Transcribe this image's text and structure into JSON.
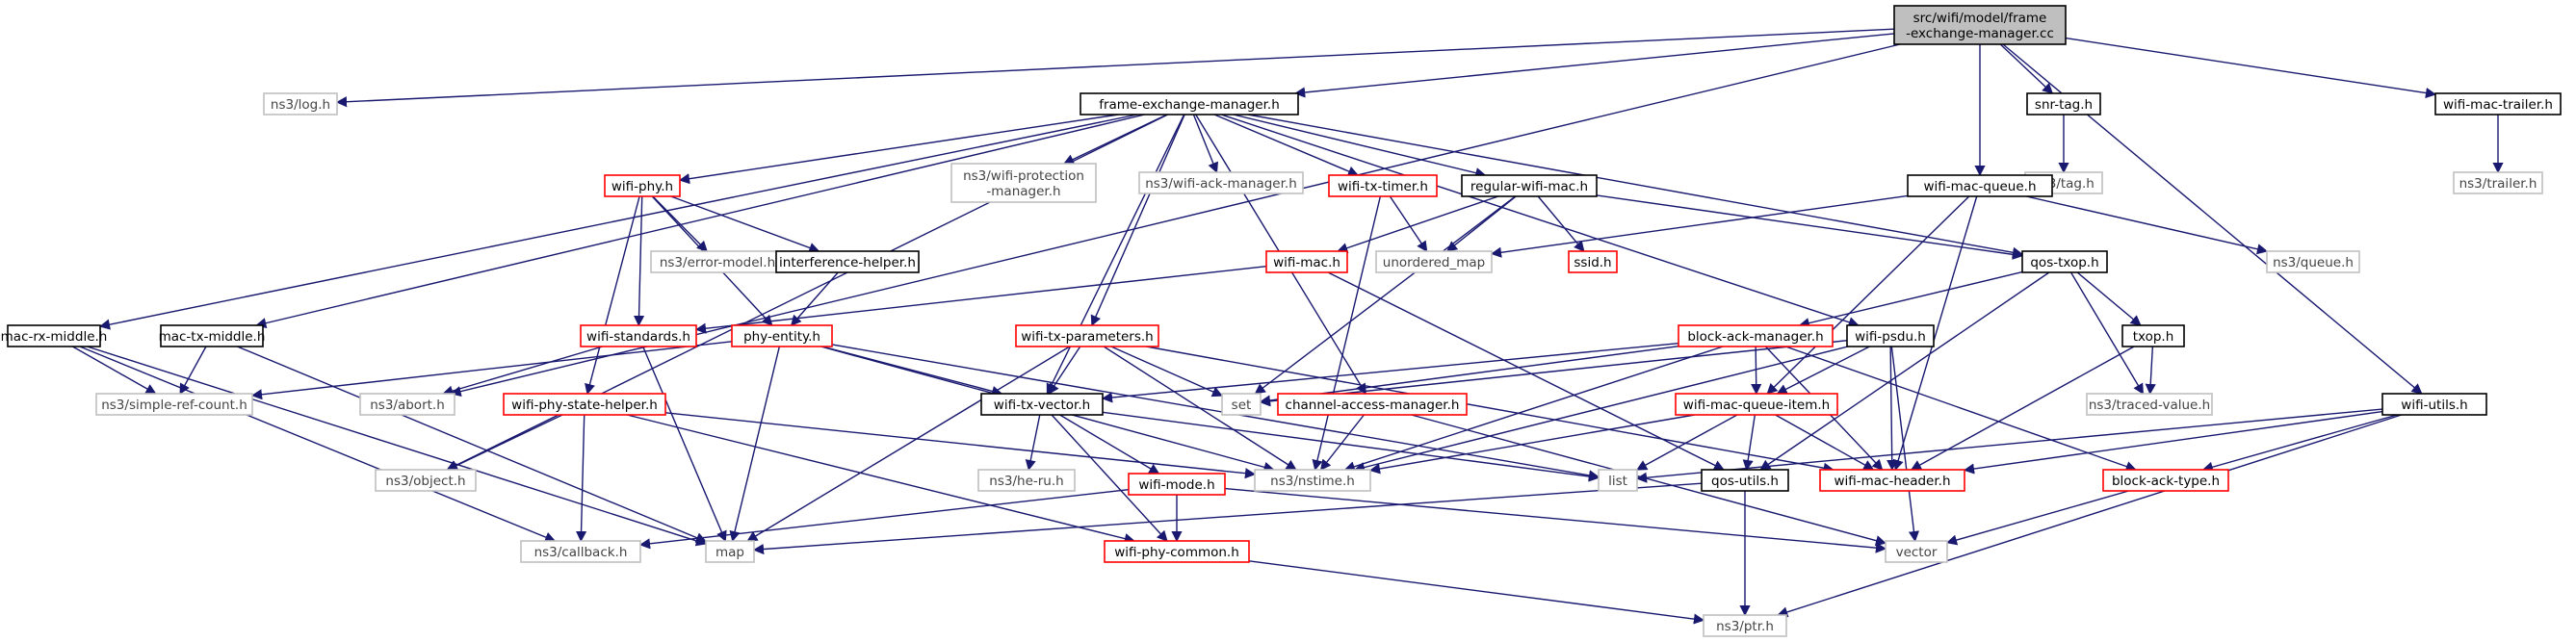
{
  "colors": {
    "edge": "#191970",
    "border_black": "#000000",
    "border_red": "#ff0000",
    "border_gray": "#bfbfbf",
    "root_fill": "#bfbfbf"
  },
  "nodes": {
    "root": {
      "lines": [
        "src/wifi/model/frame",
        "-exchange-manager.cc"
      ],
      "style": "root"
    },
    "log": {
      "lines": [
        "ns3/log.h"
      ],
      "style": "gray"
    },
    "fem": {
      "lines": [
        "frame-exchange-manager.h"
      ],
      "style": "black"
    },
    "snrtag": {
      "lines": [
        "snr-tag.h"
      ],
      "style": "black"
    },
    "trailerh": {
      "lines": [
        "wifi-mac-trailer.h"
      ],
      "style": "black"
    },
    "tag": {
      "lines": [
        "ns3/tag.h"
      ],
      "style": "gray"
    },
    "trailer": {
      "lines": [
        "ns3/trailer.h"
      ],
      "style": "gray"
    },
    "phy": {
      "lines": [
        "wifi-phy.h"
      ],
      "style": "red"
    },
    "protect": {
      "lines": [
        "ns3/wifi-protection",
        "-manager.h"
      ],
      "style": "gray"
    },
    "ack": {
      "lines": [
        "ns3/wifi-ack-manager.h"
      ],
      "style": "gray"
    },
    "txtimer": {
      "lines": [
        "wifi-tx-timer.h"
      ],
      "style": "red"
    },
    "regmac": {
      "lines": [
        "regular-wifi-mac.h"
      ],
      "style": "black"
    },
    "macqueue": {
      "lines": [
        "wifi-mac-queue.h"
      ],
      "style": "black"
    },
    "errmodel": {
      "lines": [
        "ns3/error-model.h"
      ],
      "style": "gray"
    },
    "interf": {
      "lines": [
        "interference-helper.h"
      ],
      "style": "black"
    },
    "unordered": {
      "lines": [
        "unordered_map"
      ],
      "style": "gray"
    },
    "ssid": {
      "lines": [
        "ssid.h"
      ],
      "style": "red"
    },
    "qostxop": {
      "lines": [
        "qos-txop.h"
      ],
      "style": "black"
    },
    "queue": {
      "lines": [
        "ns3/queue.h"
      ],
      "style": "gray"
    },
    "wifimac": {
      "lines": [
        "wifi-mac.h"
      ],
      "style": "red"
    },
    "rxmid": {
      "lines": [
        "mac-rx-middle.h"
      ],
      "style": "black"
    },
    "txmid": {
      "lines": [
        "mac-tx-middle.h"
      ],
      "style": "black"
    },
    "standards": {
      "lines": [
        "wifi-standards.h"
      ],
      "style": "red"
    },
    "phyent": {
      "lines": [
        "phy-entity.h"
      ],
      "style": "red"
    },
    "txparams": {
      "lines": [
        "wifi-tx-parameters.h"
      ],
      "style": "red"
    },
    "bam": {
      "lines": [
        "block-ack-manager.h"
      ],
      "style": "red"
    },
    "psdu": {
      "lines": [
        "wifi-psdu.h"
      ],
      "style": "black"
    },
    "txop": {
      "lines": [
        "txop.h"
      ],
      "style": "black"
    },
    "wifiutils": {
      "lines": [
        "wifi-utils.h"
      ],
      "style": "black"
    },
    "simpleref": {
      "lines": [
        "ns3/simple-ref-count.h"
      ],
      "style": "gray"
    },
    "abort": {
      "lines": [
        "ns3/abort.h"
      ],
      "style": "gray"
    },
    "statehelper": {
      "lines": [
        "wifi-phy-state-helper.h"
      ],
      "style": "red"
    },
    "txvector": {
      "lines": [
        "wifi-tx-vector.h"
      ],
      "style": "black"
    },
    "set": {
      "lines": [
        "set"
      ],
      "style": "gray"
    },
    "cam": {
      "lines": [
        "channel-access-manager.h"
      ],
      "style": "red"
    },
    "mqitem": {
      "lines": [
        "wifi-mac-queue-item.h"
      ],
      "style": "red"
    },
    "traced": {
      "lines": [
        "ns3/traced-value.h"
      ],
      "style": "gray"
    },
    "object": {
      "lines": [
        "ns3/object.h"
      ],
      "style": "gray"
    },
    "heru": {
      "lines": [
        "ns3/he-ru.h"
      ],
      "style": "gray"
    },
    "nstime": {
      "lines": [
        "ns3/nstime.h"
      ],
      "style": "gray"
    },
    "list": {
      "lines": [
        "list"
      ],
      "style": "gray"
    },
    "qosutils": {
      "lines": [
        "qos-utils.h"
      ],
      "style": "black"
    },
    "macheader": {
      "lines": [
        "wifi-mac-header.h"
      ],
      "style": "red"
    },
    "acktype": {
      "lines": [
        "block-ack-type.h"
      ],
      "style": "red"
    },
    "mode": {
      "lines": [
        "wifi-mode.h"
      ],
      "style": "red"
    },
    "callback": {
      "lines": [
        "ns3/callback.h"
      ],
      "style": "gray"
    },
    "map": {
      "lines": [
        "map"
      ],
      "style": "gray"
    },
    "phycommon": {
      "lines": [
        "wifi-phy-common.h"
      ],
      "style": "red"
    },
    "vector": {
      "lines": [
        "vector"
      ],
      "style": "gray"
    },
    "ptr": {
      "lines": [
        "ns3/ptr.h"
      ],
      "style": "gray"
    }
  },
  "edges": [
    [
      "root",
      "log"
    ],
    [
      "root",
      "fem"
    ],
    [
      "root",
      "snrtag"
    ],
    [
      "root",
      "trailerh"
    ],
    [
      "root",
      "macqueue"
    ],
    [
      "root",
      "wifiutils"
    ],
    [
      "root",
      "abort"
    ],
    [
      "snrtag",
      "tag"
    ],
    [
      "trailerh",
      "trailer"
    ],
    [
      "fem",
      "rxmid"
    ],
    [
      "fem",
      "txmid"
    ],
    [
      "fem",
      "phy"
    ],
    [
      "fem",
      "protect"
    ],
    [
      "fem",
      "ack"
    ],
    [
      "fem",
      "txtimer"
    ],
    [
      "fem",
      "regmac"
    ],
    [
      "fem",
      "txparams"
    ],
    [
      "fem",
      "txvector"
    ],
    [
      "fem",
      "psdu"
    ],
    [
      "fem",
      "cam"
    ],
    [
      "fem",
      "qostxop"
    ],
    [
      "fem",
      "object"
    ],
    [
      "phy",
      "errmodel"
    ],
    [
      "phy",
      "interf"
    ],
    [
      "phy",
      "standards"
    ],
    [
      "phy",
      "phyent"
    ],
    [
      "phy",
      "statehelper"
    ],
    [
      "interf",
      "phyent"
    ],
    [
      "txtimer",
      "unordered"
    ],
    [
      "txtimer",
      "nstime"
    ],
    [
      "regmac",
      "wifimac"
    ],
    [
      "regmac",
      "unordered"
    ],
    [
      "regmac",
      "ssid"
    ],
    [
      "regmac",
      "qostxop"
    ],
    [
      "regmac",
      "set"
    ],
    [
      "macqueue",
      "unordered"
    ],
    [
      "macqueue",
      "queue"
    ],
    [
      "macqueue",
      "mqitem"
    ],
    [
      "macqueue",
      "macheader"
    ],
    [
      "wifimac",
      "standards"
    ],
    [
      "wifimac",
      "qosutils"
    ],
    [
      "qostxop",
      "bam"
    ],
    [
      "qostxop",
      "txop"
    ],
    [
      "qostxop",
      "traced"
    ],
    [
      "qostxop",
      "qosutils"
    ],
    [
      "txop",
      "traced"
    ],
    [
      "txop",
      "macheader"
    ],
    [
      "rxmid",
      "simpleref"
    ],
    [
      "rxmid",
      "callback"
    ],
    [
      "rxmid",
      "map"
    ],
    [
      "txmid",
      "simpleref"
    ],
    [
      "txmid",
      "map"
    ],
    [
      "standards",
      "abort"
    ],
    [
      "standards",
      "map"
    ],
    [
      "phyent",
      "simpleref"
    ],
    [
      "phyent",
      "txvector"
    ],
    [
      "phyent",
      "map"
    ],
    [
      "phyent",
      "nstime"
    ],
    [
      "phyent",
      "list"
    ],
    [
      "txparams",
      "txvector"
    ],
    [
      "txparams",
      "set"
    ],
    [
      "txparams",
      "nstime"
    ],
    [
      "txparams",
      "map"
    ],
    [
      "txparams",
      "macheader"
    ],
    [
      "bam",
      "txvector"
    ],
    [
      "bam",
      "set"
    ],
    [
      "bam",
      "mqitem"
    ],
    [
      "bam",
      "macheader"
    ],
    [
      "bam",
      "acktype"
    ],
    [
      "bam",
      "nstime"
    ],
    [
      "psdu",
      "mqitem"
    ],
    [
      "psdu",
      "set"
    ],
    [
      "psdu",
      "nstime"
    ],
    [
      "psdu",
      "macheader"
    ],
    [
      "psdu",
      "vector"
    ],
    [
      "statehelper",
      "object"
    ],
    [
      "statehelper",
      "callback"
    ],
    [
      "statehelper",
      "phycommon"
    ],
    [
      "statehelper",
      "nstime"
    ],
    [
      "txvector",
      "heru"
    ],
    [
      "txvector",
      "mode"
    ],
    [
      "txvector",
      "phycommon"
    ],
    [
      "txvector",
      "list"
    ],
    [
      "cam",
      "nstime"
    ],
    [
      "cam",
      "vector"
    ],
    [
      "mqitem",
      "list"
    ],
    [
      "mqitem",
      "nstime"
    ],
    [
      "mqitem",
      "qosutils"
    ],
    [
      "mqitem",
      "macheader"
    ],
    [
      "qosutils",
      "map"
    ],
    [
      "qosutils",
      "ptr"
    ],
    [
      "wifiutils",
      "list"
    ],
    [
      "wifiutils",
      "macheader"
    ],
    [
      "wifiutils",
      "acktype"
    ],
    [
      "wifiutils",
      "ptr"
    ],
    [
      "mode",
      "phycommon"
    ],
    [
      "mode",
      "callback"
    ],
    [
      "mode",
      "vector"
    ],
    [
      "acktype",
      "vector"
    ],
    [
      "phycommon",
      "ptr"
    ]
  ]
}
